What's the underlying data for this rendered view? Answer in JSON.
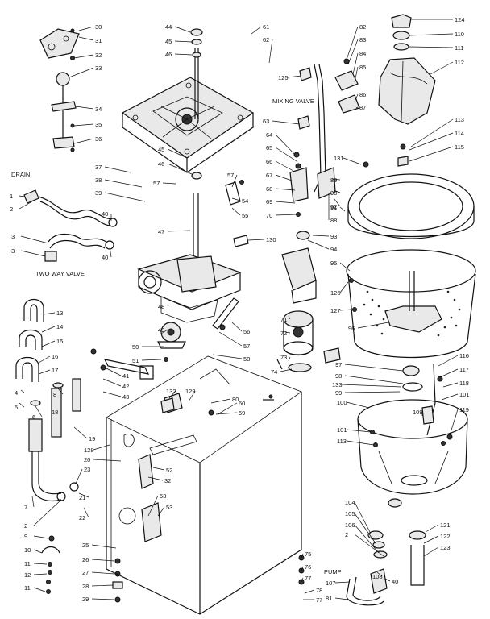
{
  "diagram": {
    "notes": {
      "drain": "DRAIN",
      "two_way_valve": "TWO WAY VALVE",
      "mixing_valve": "MIXING VALVE",
      "pump": "PUMP"
    },
    "callouts": [
      {
        "id": "30",
        "label": "30"
      },
      {
        "id": "31",
        "label": "31"
      },
      {
        "id": "32",
        "label": "32"
      },
      {
        "id": "33",
        "label": "33"
      },
      {
        "id": "34",
        "label": "34"
      },
      {
        "id": "35",
        "label": "35"
      },
      {
        "id": "36",
        "label": "36"
      },
      {
        "id": "37",
        "label": "37"
      },
      {
        "id": "38",
        "label": "38"
      },
      {
        "id": "39",
        "label": "39"
      },
      {
        "id": "1",
        "label": "1"
      },
      {
        "id": "2",
        "label": "2"
      },
      {
        "id": "3",
        "label": "3"
      },
      {
        "id": "3b",
        "label": "3"
      },
      {
        "id": "40",
        "label": "40"
      },
      {
        "id": "40b",
        "label": "40"
      },
      {
        "id": "44",
        "label": "44"
      },
      {
        "id": "45",
        "label": "45"
      },
      {
        "id": "46",
        "label": "46"
      },
      {
        "id": "45b",
        "label": "45"
      },
      {
        "id": "46b",
        "label": "46"
      },
      {
        "id": "61",
        "label": "61"
      },
      {
        "id": "62",
        "label": "62"
      },
      {
        "id": "57",
        "label": "57"
      },
      {
        "id": "47",
        "label": "47"
      },
      {
        "id": "48",
        "label": "48"
      },
      {
        "id": "49",
        "label": "49"
      },
      {
        "id": "50",
        "label": "50"
      },
      {
        "id": "51",
        "label": "51"
      },
      {
        "id": "56",
        "label": "56"
      },
      {
        "id": "57b",
        "label": "57"
      },
      {
        "id": "58",
        "label": "58"
      },
      {
        "id": "54",
        "label": "54"
      },
      {
        "id": "55",
        "label": "55"
      },
      {
        "id": "57c",
        "label": "57"
      },
      {
        "id": "63",
        "label": "63"
      },
      {
        "id": "64",
        "label": "64"
      },
      {
        "id": "65",
        "label": "65"
      },
      {
        "id": "66",
        "label": "66"
      },
      {
        "id": "67",
        "label": "67"
      },
      {
        "id": "68",
        "label": "68"
      },
      {
        "id": "69",
        "label": "69"
      },
      {
        "id": "70",
        "label": "70"
      },
      {
        "id": "71",
        "label": "71"
      },
      {
        "id": "72",
        "label": "72"
      },
      {
        "id": "73",
        "label": "73"
      },
      {
        "id": "74",
        "label": "74"
      },
      {
        "id": "130",
        "label": "130"
      },
      {
        "id": "125",
        "label": "125"
      },
      {
        "id": "82",
        "label": "82"
      },
      {
        "id": "83",
        "label": "83"
      },
      {
        "id": "84",
        "label": "84"
      },
      {
        "id": "85",
        "label": "85"
      },
      {
        "id": "86",
        "label": "86"
      },
      {
        "id": "87",
        "label": "87"
      },
      {
        "id": "88",
        "label": "88"
      },
      {
        "id": "131",
        "label": "131"
      },
      {
        "id": "89",
        "label": "89"
      },
      {
        "id": "90",
        "label": "90"
      },
      {
        "id": "91",
        "label": "91"
      },
      {
        "id": "92",
        "label": "92"
      },
      {
        "id": "93",
        "label": "93"
      },
      {
        "id": "94",
        "label": "94"
      },
      {
        "id": "95",
        "label": "95"
      },
      {
        "id": "96",
        "label": "96"
      },
      {
        "id": "126",
        "label": "126"
      },
      {
        "id": "127",
        "label": "127"
      },
      {
        "id": "124",
        "label": "124"
      },
      {
        "id": "110",
        "label": "110"
      },
      {
        "id": "111",
        "label": "111"
      },
      {
        "id": "112",
        "label": "112"
      },
      {
        "id": "113",
        "label": "113"
      },
      {
        "id": "114",
        "label": "114"
      },
      {
        "id": "115",
        "label": "115"
      },
      {
        "id": "97",
        "label": "97"
      },
      {
        "id": "98",
        "label": "98"
      },
      {
        "id": "133",
        "label": "133"
      },
      {
        "id": "99",
        "label": "99"
      },
      {
        "id": "100",
        "label": "100"
      },
      {
        "id": "101",
        "label": "101"
      },
      {
        "id": "116",
        "label": "116"
      },
      {
        "id": "117",
        "label": "117"
      },
      {
        "id": "118",
        "label": "118"
      },
      {
        "id": "119",
        "label": "119"
      },
      {
        "id": "109",
        "label": "109"
      },
      {
        "id": "101b",
        "label": "101"
      },
      {
        "id": "113b",
        "label": "113"
      },
      {
        "id": "104",
        "label": "104"
      },
      {
        "id": "105",
        "label": "105"
      },
      {
        "id": "106",
        "label": "106"
      },
      {
        "id": "121",
        "label": "121"
      },
      {
        "id": "122",
        "label": "122"
      },
      {
        "id": "123",
        "label": "123"
      },
      {
        "id": "2b",
        "label": "2"
      },
      {
        "id": "107",
        "label": "107"
      },
      {
        "id": "81",
        "label": "81"
      },
      {
        "id": "108",
        "label": "108"
      },
      {
        "id": "40c",
        "label": "40"
      },
      {
        "id": "13",
        "label": "13"
      },
      {
        "id": "14",
        "label": "14"
      },
      {
        "id": "15",
        "label": "15"
      },
      {
        "id": "16",
        "label": "16"
      },
      {
        "id": "17",
        "label": "17"
      },
      {
        "id": "4",
        "label": "4"
      },
      {
        "id": "5",
        "label": "5"
      },
      {
        "id": "6",
        "label": "6"
      },
      {
        "id": "8",
        "label": "8"
      },
      {
        "id": "18",
        "label": "18"
      },
      {
        "id": "19",
        "label": "19"
      },
      {
        "id": "128",
        "label": "128"
      },
      {
        "id": "20",
        "label": "20"
      },
      {
        "id": "23",
        "label": "23"
      },
      {
        "id": "7",
        "label": "7"
      },
      {
        "id": "2c",
        "label": "2"
      },
      {
        "id": "21",
        "label": "21"
      },
      {
        "id": "22",
        "label": "22"
      },
      {
        "id": "9",
        "label": "9"
      },
      {
        "id": "10",
        "label": "10"
      },
      {
        "id": "11",
        "label": "11"
      },
      {
        "id": "12",
        "label": "12"
      },
      {
        "id": "11b",
        "label": "11"
      },
      {
        "id": "25",
        "label": "25"
      },
      {
        "id": "26",
        "label": "26"
      },
      {
        "id": "27",
        "label": "27"
      },
      {
        "id": "28",
        "label": "28"
      },
      {
        "id": "29",
        "label": "29"
      },
      {
        "id": "41",
        "label": "41"
      },
      {
        "id": "42",
        "label": "42"
      },
      {
        "id": "43",
        "label": "43"
      },
      {
        "id": "132",
        "label": "132"
      },
      {
        "id": "129",
        "label": "129"
      },
      {
        "id": "60",
        "label": "60"
      },
      {
        "id": "32b",
        "label": "32"
      },
      {
        "id": "53",
        "label": "53"
      },
      {
        "id": "75",
        "label": "75"
      },
      {
        "id": "76",
        "label": "76"
      },
      {
        "id": "77",
        "label": "77"
      },
      {
        "id": "78",
        "label": "78"
      },
      {
        "id": "59",
        "label": "59"
      },
      {
        "id": "52",
        "label": "52"
      },
      {
        "id": "53b",
        "label": "53"
      },
      {
        "id": "77b",
        "label": "77"
      },
      {
        "id": "80",
        "label": "80"
      }
    ]
  }
}
